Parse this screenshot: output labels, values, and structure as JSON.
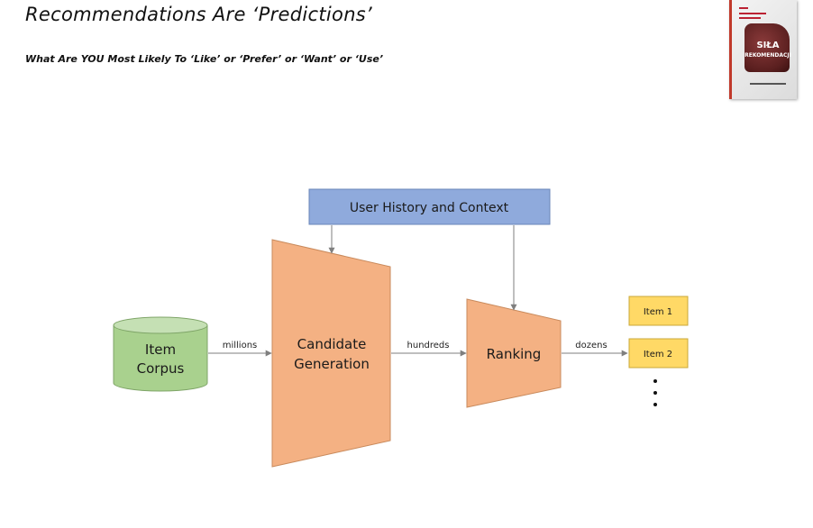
{
  "slide": {
    "title": "Recommendations Are ‘Predictions’",
    "subtitle": "What Are YOU Most Likely To ‘Like’ or ‘Prefer’ or ‘Want’ or ‘Use’"
  },
  "book": {
    "title": "SIŁA",
    "subtitle": "REKOMENDACJI"
  },
  "diagram": {
    "context_box": "User History and Context",
    "corpus_line1": "Item",
    "corpus_line2": "Corpus",
    "candidate_line1": "Candidate",
    "candidate_line2": "Generation",
    "ranking": "Ranking",
    "edge_millions": "millions",
    "edge_hundreds": "hundreds",
    "edge_dozens": "dozens",
    "items": [
      "Item 1",
      "Item 2"
    ]
  },
  "colors": {
    "context_fill": "#8faadc",
    "corpus_fill": "#a9d18e",
    "stage_fill": "#f4b183",
    "item_fill": "#ffd966",
    "edge": "#7f7f7f"
  }
}
